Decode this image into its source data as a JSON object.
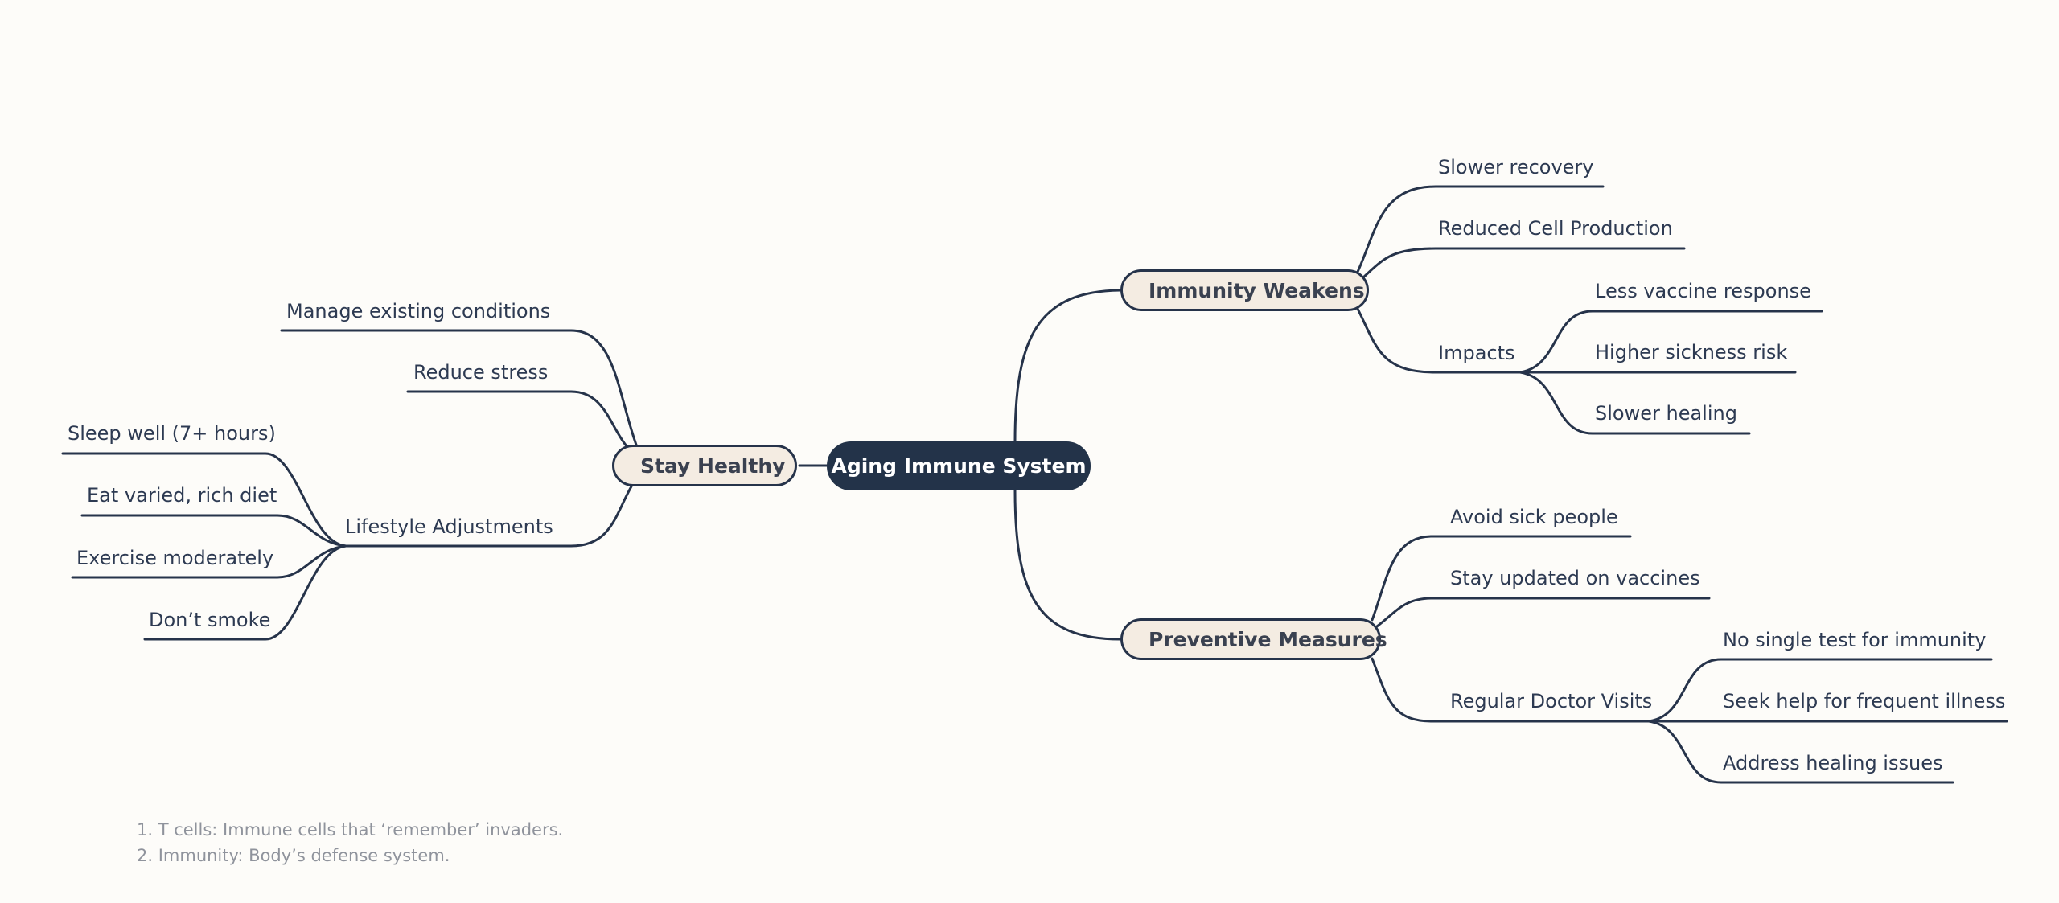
{
  "diagram": {
    "root": {
      "label": "Aging Immune System"
    },
    "branches": {
      "immunity_weakens": {
        "label": "Immunity Weakens",
        "icon": "declining-chart-icon",
        "children": {
          "slower_recovery": "Slower recovery",
          "reduced_cell_production": "Reduced Cell Production",
          "impacts": {
            "label": "Impacts",
            "children": [
              "Less vaccine response",
              "Higher sickness risk",
              "Slower healing"
            ]
          }
        }
      },
      "stay_healthy": {
        "label": "Stay Healthy",
        "icon": "stethoscope-icon",
        "children": {
          "manage_conditions": "Manage existing conditions",
          "reduce_stress": "Reduce stress",
          "lifestyle": {
            "label": "Lifestyle Adjustments",
            "children": [
              "Sleep well (7+ hours)",
              "Eat varied, rich diet",
              "Exercise moderately",
              "Don’t smoke"
            ]
          }
        }
      },
      "preventive_measures": {
        "label": "Preventive Measures",
        "icon": "germ-icon",
        "children": {
          "avoid_sick": "Avoid sick people",
          "vaccines": "Stay updated on vaccines",
          "doctor_visits": {
            "label": "Regular Doctor Visits",
            "children": [
              "No single test for immunity",
              "Seek help for frequent illness",
              "Address healing issues"
            ]
          }
        }
      }
    },
    "notes": [
      "1. T cells: Immune cells that ‘remember’ invaders.",
      "2. Immunity: Body’s defense system."
    ]
  },
  "colors": {
    "background": "#fdfcf9",
    "root_fill": "#233349",
    "branch_fill": "#f4ece2",
    "line": "#26334a",
    "text": "#2d3a52",
    "note_text": "#8f939c"
  }
}
